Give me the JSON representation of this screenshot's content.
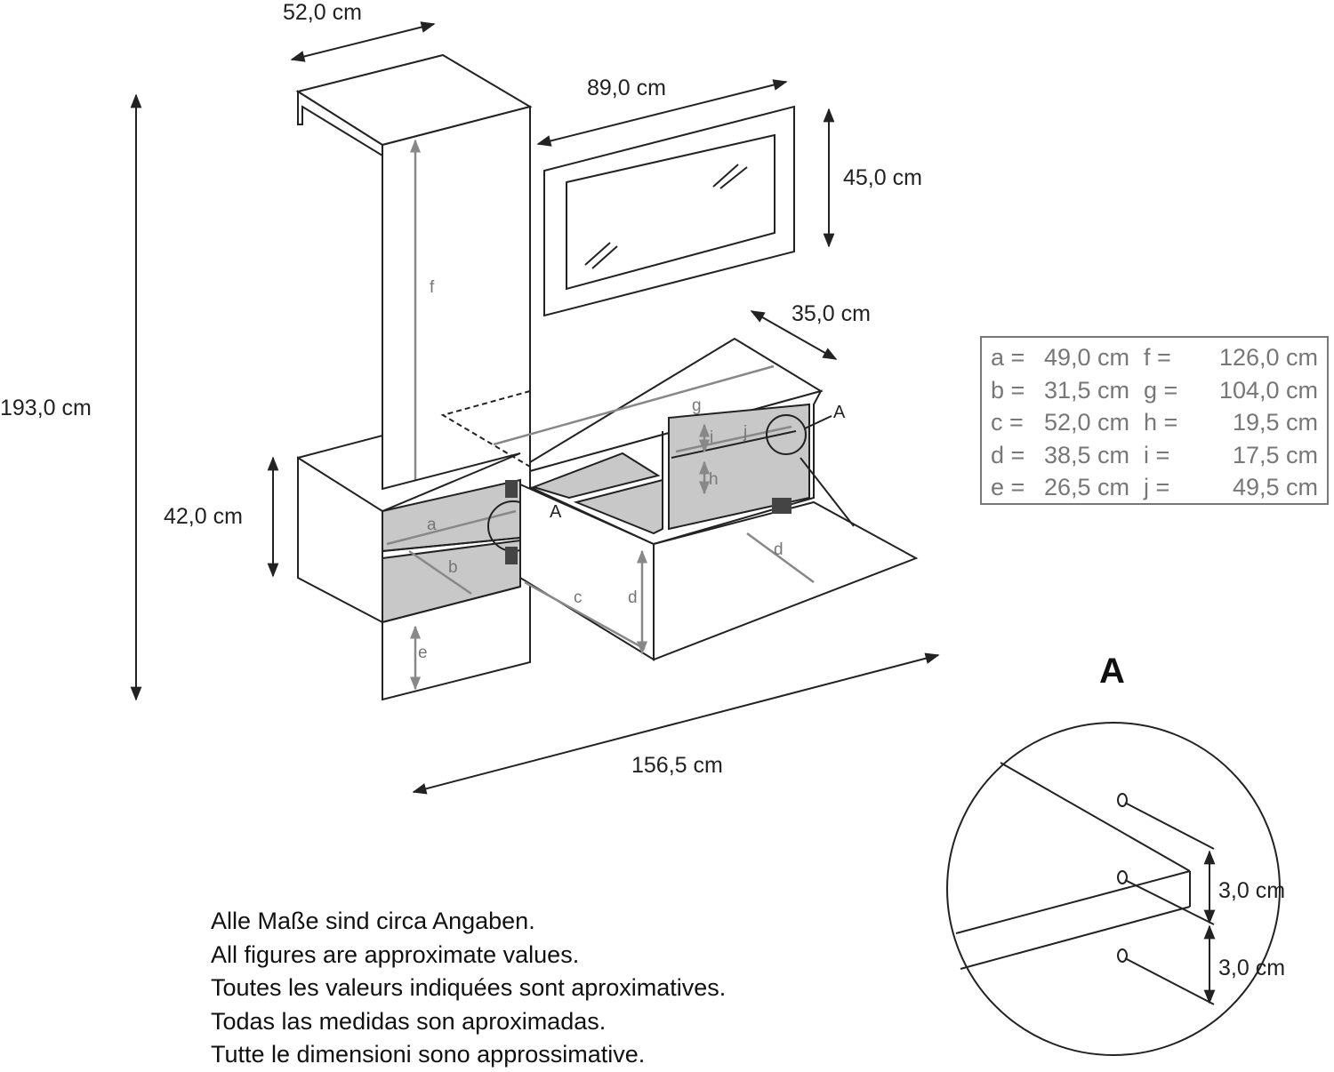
{
  "dimensions": {
    "column_depth": "52,0 cm",
    "mirror_width": "89,0 cm",
    "mirror_height": "45,0 cm",
    "lowboard_depth": "35,0 cm",
    "total_height": "193,0 cm",
    "cabinet_height": "42,0 cm",
    "total_width": "156,5 cm"
  },
  "part_labels": {
    "a": "a",
    "b": "b",
    "c": "c",
    "d": "d",
    "e": "e",
    "f": "f",
    "g": "g",
    "h": "h",
    "i": "i",
    "j": "j",
    "detail": "A"
  },
  "legend": [
    {
      "k": "a =",
      "v": "49,0 cm",
      "k2": "f  =",
      "v2": "126,0 cm"
    },
    {
      "k": "b =",
      "v": "31,5 cm",
      "k2": "g =",
      "v2": "104,0 cm"
    },
    {
      "k": "c =",
      "v": "52,0 cm",
      "k2": "h =",
      "v2": "19,5 cm"
    },
    {
      "k": "d =",
      "v": "38,5 cm",
      "k2": "i  =",
      "v2": "17,5 cm"
    },
    {
      "k": "e =",
      "v": "26,5 cm",
      "k2": "j  =",
      "v2": "49,5 cm"
    }
  ],
  "detail": {
    "title": "A",
    "spacing_top": "3,0 cm",
    "spacing_bottom": "3,0 cm"
  },
  "notes": [
    "Alle Maße sind circa Angaben.",
    "All figures are approximate values.",
    "Toutes les valeurs indiquées sont aproximatives.",
    "Todas las medidas son aproximadas.",
    "Tutte le dimensioni sono approssimative."
  ]
}
